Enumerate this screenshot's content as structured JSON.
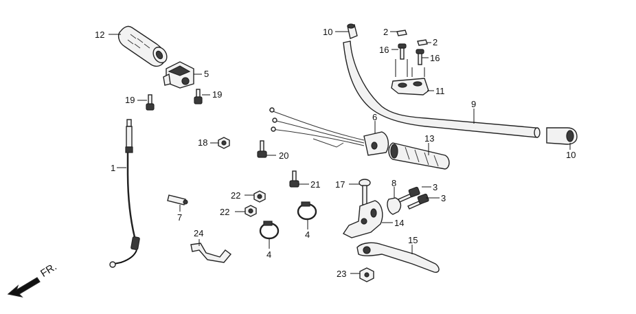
{
  "diagram": {
    "direction_label": "FR.",
    "callouts": [
      {
        "id": "c12",
        "text": "12"
      },
      {
        "id": "c5",
        "text": "5"
      },
      {
        "id": "c19a",
        "text": "19"
      },
      {
        "id": "c19b",
        "text": "19"
      },
      {
        "id": "c18",
        "text": "18"
      },
      {
        "id": "c20",
        "text": "20"
      },
      {
        "id": "c1",
        "text": "1"
      },
      {
        "id": "c7",
        "text": "7"
      },
      {
        "id": "c24",
        "text": "24"
      },
      {
        "id": "c22a",
        "text": "22"
      },
      {
        "id": "c22b",
        "text": "22"
      },
      {
        "id": "c21",
        "text": "21"
      },
      {
        "id": "c4a",
        "text": "4"
      },
      {
        "id": "c4b",
        "text": "4"
      },
      {
        "id": "c10a",
        "text": "10"
      },
      {
        "id": "c2a",
        "text": "2"
      },
      {
        "id": "c2b",
        "text": "2"
      },
      {
        "id": "c16a",
        "text": "16"
      },
      {
        "id": "c16b",
        "text": "16"
      },
      {
        "id": "c11",
        "text": "11"
      },
      {
        "id": "c9",
        "text": "9"
      },
      {
        "id": "c6",
        "text": "6"
      },
      {
        "id": "c13",
        "text": "13"
      },
      {
        "id": "c10b",
        "text": "10"
      },
      {
        "id": "c17",
        "text": "17"
      },
      {
        "id": "c8",
        "text": "8"
      },
      {
        "id": "c3a",
        "text": "3"
      },
      {
        "id": "c3b",
        "text": "3"
      },
      {
        "id": "c14",
        "text": "14"
      },
      {
        "id": "c15",
        "text": "15"
      },
      {
        "id": "c23",
        "text": "23"
      }
    ]
  }
}
